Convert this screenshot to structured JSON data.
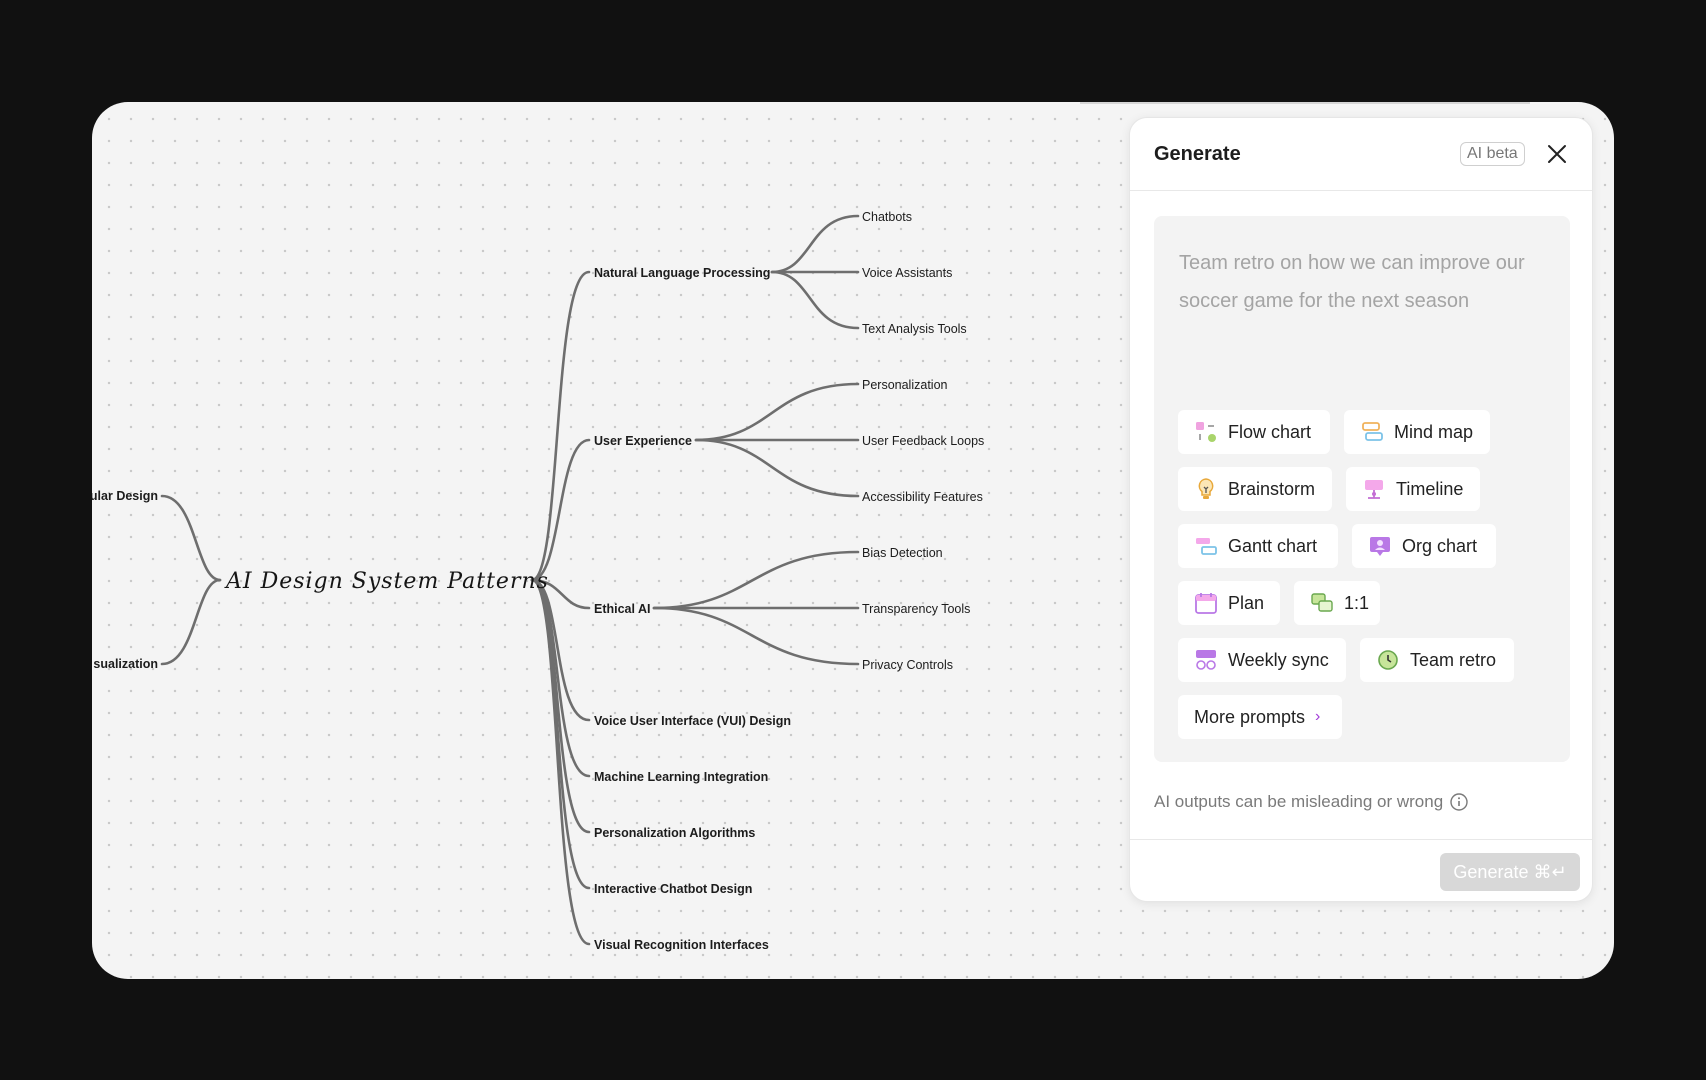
{
  "mindmap": {
    "central": "AI Design System Patterns",
    "left_nodes": [
      "ular Design",
      "sualization"
    ],
    "branches": [
      {
        "label": "Natural Language Processing",
        "children": [
          "Chatbots",
          "Voice Assistants",
          "Text Analysis Tools"
        ]
      },
      {
        "label": "User Experience",
        "children": [
          "Personalization",
          "User Feedback Loops",
          "Accessibility Features"
        ]
      },
      {
        "label": "Ethical AI",
        "children": [
          "Bias Detection",
          "Transparency Tools",
          "Privacy Controls"
        ]
      },
      {
        "label": "Voice User Interface (VUI) Design",
        "children": []
      },
      {
        "label": "Machine Learning Integration",
        "children": []
      },
      {
        "label": "Personalization Algorithms",
        "children": []
      },
      {
        "label": "Interactive Chatbot Design",
        "children": []
      },
      {
        "label": "Visual Recognition Interfaces",
        "children": []
      }
    ]
  },
  "panel": {
    "title": "Generate",
    "badge": "AI beta",
    "placeholder": "Team retro on how we can improve our soccer game for the next season",
    "templates": [
      {
        "label": "Flow chart",
        "icon": "flow-chart-icon"
      },
      {
        "label": "Mind map",
        "icon": "mind-map-icon"
      },
      {
        "label": "Brainstorm",
        "icon": "lightbulb-icon"
      },
      {
        "label": "Timeline",
        "icon": "timeline-icon"
      },
      {
        "label": "Gantt chart",
        "icon": "gantt-chart-icon"
      },
      {
        "label": "Org chart",
        "icon": "org-chart-icon"
      },
      {
        "label": "Plan",
        "icon": "calendar-icon"
      },
      {
        "label": "1:1",
        "icon": "chat-bubbles-icon"
      },
      {
        "label": "Weekly sync",
        "icon": "weekly-sync-icon"
      },
      {
        "label": "Team retro",
        "icon": "clock-icon"
      }
    ],
    "more_prompts": "More prompts",
    "disclaimer": "AI outputs can be misleading or wrong",
    "generate_button": "Generate ⌘↵"
  }
}
